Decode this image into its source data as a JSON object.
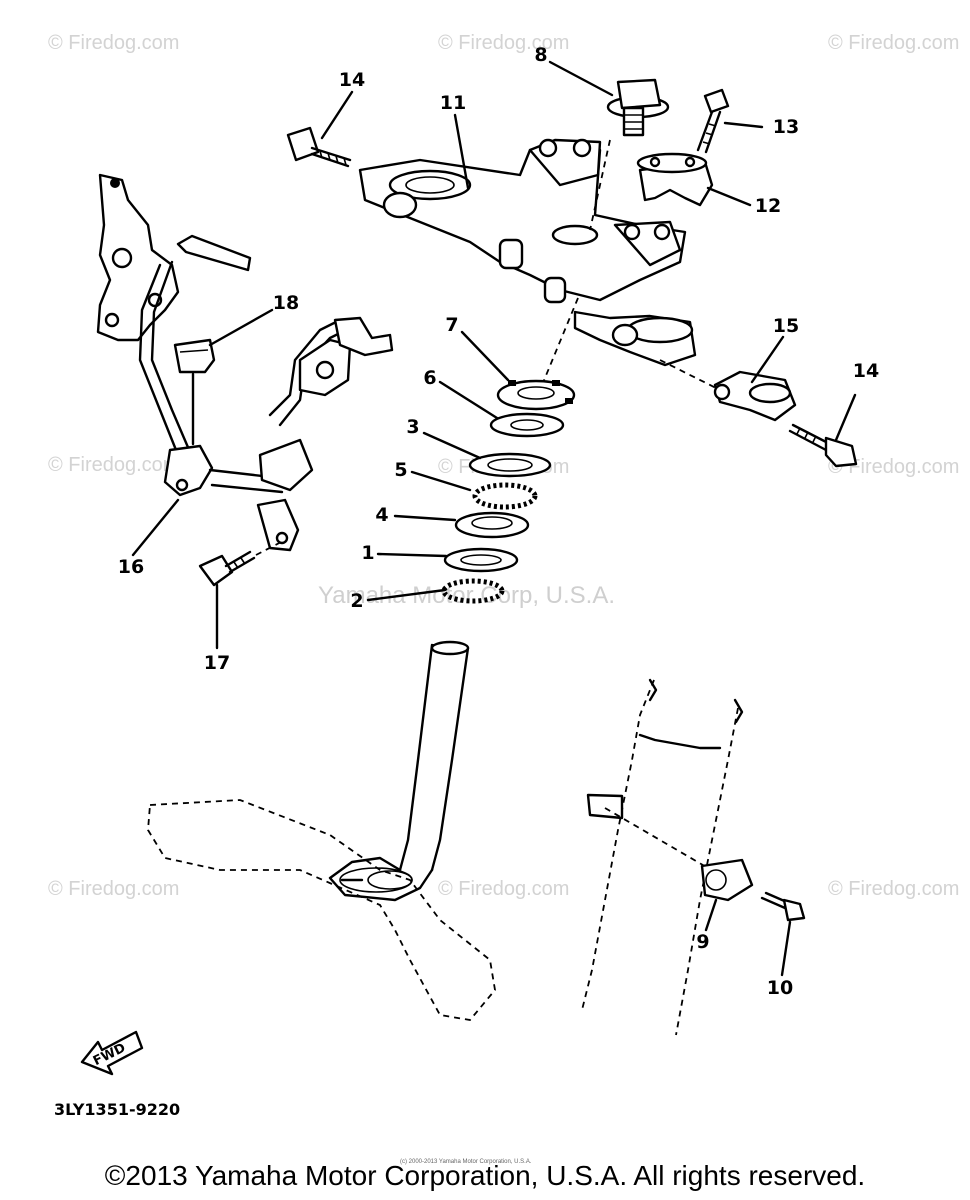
{
  "watermarks": {
    "firedog": "© Firedog.com",
    "yamaha": "Yamaha Motor Corp, U.S.A."
  },
  "callouts": [
    {
      "id": "c1",
      "label": "1"
    },
    {
      "id": "c2",
      "label": "2"
    },
    {
      "id": "c3",
      "label": "3"
    },
    {
      "id": "c4",
      "label": "4"
    },
    {
      "id": "c5",
      "label": "5"
    },
    {
      "id": "c6",
      "label": "6"
    },
    {
      "id": "c7",
      "label": "7"
    },
    {
      "id": "c8",
      "label": "8"
    },
    {
      "id": "c9",
      "label": "9"
    },
    {
      "id": "c10",
      "label": "10"
    },
    {
      "id": "c11",
      "label": "11"
    },
    {
      "id": "c12",
      "label": "12"
    },
    {
      "id": "c13",
      "label": "13"
    },
    {
      "id": "c14a",
      "label": "14"
    },
    {
      "id": "c14b",
      "label": "14"
    },
    {
      "id": "c15",
      "label": "15"
    },
    {
      "id": "c16",
      "label": "16"
    },
    {
      "id": "c17",
      "label": "17"
    },
    {
      "id": "c18",
      "label": "18"
    }
  ],
  "fwd_label": "FWD",
  "diagram_code": "3LY1351-9220",
  "tiny_notice": "(c) 2000-2013 Yamaha Motor Corporation, U.S.A.",
  "copyright": "©2013 Yamaha Motor Corporation, U.S.A. All rights reserved."
}
